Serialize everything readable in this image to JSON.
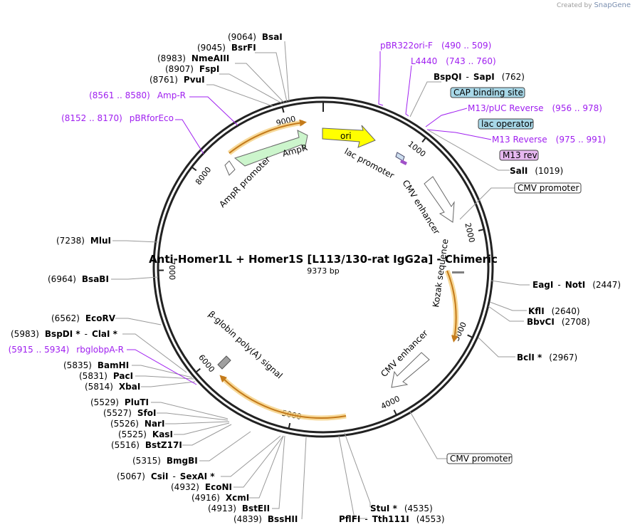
{
  "credit": {
    "prefix": "Created by",
    "brand": "SnapGene"
  },
  "map": {
    "title": "Anti-Homer1L + Homer1S [L113/130-rat IgG2a] - Chimeric",
    "size_label": "9373 bp",
    "total_bp": 9373
  },
  "ticks": [
    {
      "pos": 1000,
      "label": "1000"
    },
    {
      "pos": 2000,
      "label": "2000"
    },
    {
      "pos": 3000,
      "label": "3000"
    },
    {
      "pos": 4000,
      "label": "4000"
    },
    {
      "pos": 5000,
      "label": "5000"
    },
    {
      "pos": 6000,
      "label": "6000"
    },
    {
      "pos": 7000,
      "label": "7000"
    },
    {
      "pos": 8000,
      "label": "8000"
    },
    {
      "pos": 9000,
      "label": "9000"
    }
  ],
  "features": [
    {
      "name": "ori",
      "kind": "ori",
      "color": "#ffff00"
    },
    {
      "name": "AmpR",
      "kind": "cds",
      "color": "#ccf5cc"
    },
    {
      "name": "AmpR promoter",
      "kind": "promoter",
      "color": "#ffffff"
    },
    {
      "name": "lac promoter",
      "kind": "promoter",
      "color": "#ffffff"
    },
    {
      "name": "CMV enhancer",
      "kind": "enhancer",
      "color": "#ffffff"
    },
    {
      "name": "Kozak sequence",
      "kind": "misc",
      "color": "#808080"
    },
    {
      "name": "CMV enhancer",
      "kind": "enhancer",
      "color": "#ffffff"
    },
    {
      "name": "β-globin poly(A) signal",
      "kind": "polyA",
      "color": "#a0a0a0"
    }
  ],
  "site_labels": [
    {
      "name": "CAP binding site",
      "style": "boxed",
      "color": "#a8d8e8"
    },
    {
      "name": "lac operator",
      "style": "boxed",
      "color": "#a8d8e8"
    },
    {
      "name": "M13 rev",
      "style": "boxed",
      "color": "#e6b8f0"
    },
    {
      "name": "CMV promoter",
      "style": "outlined",
      "color": "#ffffff"
    },
    {
      "name": "CMV promoter",
      "style": "outlined",
      "color": "#ffffff"
    }
  ],
  "primers": [
    {
      "name": "pBR322ori-F",
      "range": "(490 .. 509)"
    },
    {
      "name": "L4440",
      "range": "(743 .. 760)"
    },
    {
      "name": "M13/pUC Reverse",
      "range": "(956 .. 978)"
    },
    {
      "name": "M13 Reverse",
      "range": "(975 .. 991)"
    },
    {
      "name": "Amp-R",
      "range": "(8561 .. 8580)"
    },
    {
      "name": "pBRforEco",
      "range": "(8152 .. 8170)"
    },
    {
      "name": "rbglobpA-R",
      "range": "(5915 .. 5934)"
    }
  ],
  "enzymes": [
    {
      "name": "BsaI",
      "pos": "(9064)"
    },
    {
      "name": "BsrFI",
      "pos": "(9045)"
    },
    {
      "name": "NmeAIII",
      "pos": "(8983)"
    },
    {
      "name": "FspI",
      "pos": "(8907)"
    },
    {
      "name": "PvuI",
      "pos": "(8761)"
    },
    {
      "name": "BspQI",
      "name2": "SapI",
      "pos": "(762)"
    },
    {
      "name": "SalI",
      "pos": "(1019)"
    },
    {
      "name": "EagI",
      "name2": "NotI",
      "pos": "(2447)"
    },
    {
      "name": "KflI",
      "pos": "(2640)"
    },
    {
      "name": "BbvCI",
      "pos": "(2708)"
    },
    {
      "name": "BclI *",
      "pos": "(2967)"
    },
    {
      "name": "StuI *",
      "pos": "(4535)"
    },
    {
      "name": "PflFI",
      "name2": "Tth111I",
      "pos": "(4553)"
    },
    {
      "name": "MluI",
      "pos": "(7238)"
    },
    {
      "name": "BsaBI",
      "pos": "(6964)"
    },
    {
      "name": "EcoRV",
      "pos": "(6562)"
    },
    {
      "name": "BspDI *",
      "name2": "ClaI *",
      "pos": "(5983)"
    },
    {
      "name": "BamHI",
      "pos": "(5835)"
    },
    {
      "name": "PacI",
      "pos": "(5831)"
    },
    {
      "name": "XbaI",
      "pos": "(5814)"
    },
    {
      "name": "PluTI",
      "pos": "(5529)"
    },
    {
      "name": "SfoI",
      "pos": "(5527)"
    },
    {
      "name": "NarI",
      "pos": "(5526)"
    },
    {
      "name": "KasI",
      "pos": "(5525)"
    },
    {
      "name": "BstZ17I",
      "pos": "(5516)"
    },
    {
      "name": "BmgBI",
      "pos": "(5315)"
    },
    {
      "name": "CsiI",
      "name2": "SexAI *",
      "pos": "(5067)"
    },
    {
      "name": "EcoNI",
      "pos": "(4932)"
    },
    {
      "name": "XcmI",
      "pos": "(4916)"
    },
    {
      "name": "BstEII",
      "pos": "(4913)"
    },
    {
      "name": "BssHII",
      "pos": "(4839)"
    }
  ]
}
